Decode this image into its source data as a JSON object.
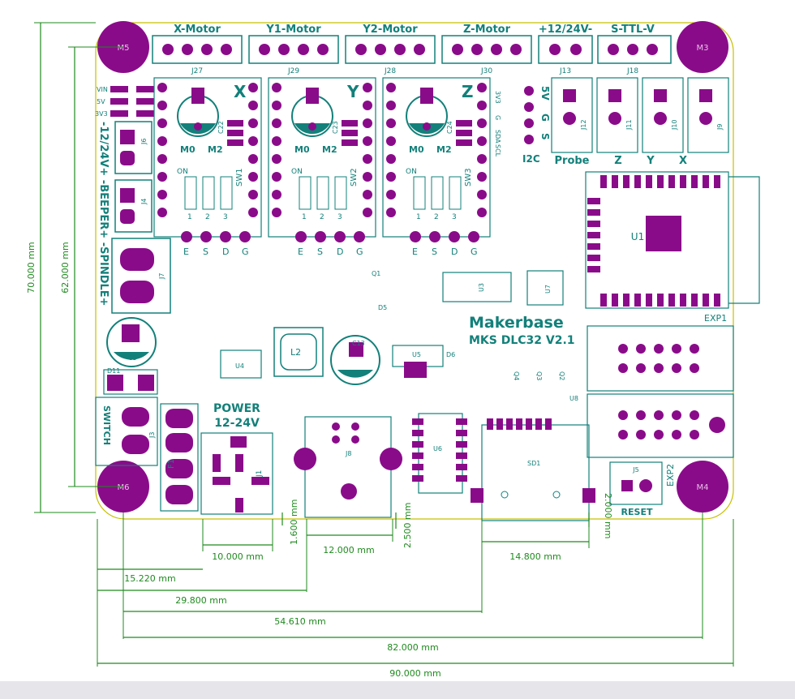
{
  "board": {
    "brand": "Makerbase",
    "model": "MKS DLC32 V2.1",
    "power_label": "POWER",
    "power_voltage": "12-24V",
    "connectors_top": [
      {
        "label": "X-Motor",
        "ref": "J27"
      },
      {
        "label": "Y1-Motor",
        "ref": "J29"
      },
      {
        "label": "Y2-Motor",
        "ref": "J28"
      },
      {
        "label": "Z-Motor",
        "ref": "J30"
      },
      {
        "label": "+12/24V-",
        "ref": "J13"
      },
      {
        "label": "S-TTL-V",
        "ref": "J18"
      }
    ],
    "mount_holes": [
      "M5",
      "M3",
      "M6",
      "M4"
    ],
    "drivers": [
      {
        "axis": "X",
        "cap": "C22",
        "sw": "SW1"
      },
      {
        "axis": "Y",
        "cap": "C23",
        "sw": "SW2"
      },
      {
        "axis": "Z",
        "cap": "C24",
        "sw": "SW3"
      }
    ],
    "driver_pin_labels": {
      "m0": "M0",
      "m2": "M2",
      "on": "ON",
      "bottom": [
        "E",
        "S",
        "D",
        "G"
      ],
      "dip": [
        "1",
        "2",
        "3"
      ]
    },
    "right_headers": [
      {
        "ref": "J12",
        "label": "Probe"
      },
      {
        "ref": "J11",
        "label": "Z"
      },
      {
        "ref": "J10",
        "label": "Y"
      },
      {
        "ref": "J9",
        "label": "X"
      }
    ],
    "i2c": {
      "label": "I2C",
      "pins": [
        "SCL",
        "SDA",
        "G",
        "3V3"
      ],
      "side": [
        "5V",
        "G",
        "S"
      ]
    },
    "left_side_label": "-12/24V+ -BEEPER+ -SPINDLE+",
    "voltage_labels": [
      "VIN",
      "5V",
      "3V3"
    ],
    "refs": {
      "j6": "J6",
      "j4": "J4",
      "j7": "J7",
      "j3": "J3",
      "j1": "J1",
      "j8": "J8",
      "j5": "J5",
      "u1": "U1",
      "u3": "U3",
      "u4": "U4",
      "u5": "U5",
      "u6": "U6",
      "u7": "U7",
      "u8": "U8",
      "c5": "C5",
      "c13": "C13",
      "l2": "L2",
      "d11": "D11",
      "d5": "D5",
      "d6": "D6",
      "f1": "F1",
      "q1": "Q1",
      "q2": "Q2",
      "q3": "Q3",
      "q4": "Q4",
      "sd1": "SD1"
    },
    "switch_label": "SWITCH",
    "reset_label": "RESET",
    "exp1": "EXP1",
    "exp2": "EXP2"
  },
  "dimensions": {
    "height_outer": "70.000 mm",
    "height_inner": "62.000 mm",
    "j1_width": "10.000 mm",
    "j1_offset": "1.600 mm",
    "j8_width": "12.000 mm",
    "j8_offset": "2.500 mm",
    "sd_width": "14.800 mm",
    "sd_offset": "2.000 mm",
    "x_15": "15.220 mm",
    "x_29": "29.800 mm",
    "x_54": "54.610 mm",
    "x_82": "82.000 mm",
    "x_90": "90.000 mm"
  },
  "colors": {
    "silkscreen": "#13807a",
    "pad": "#8a0b8a",
    "dimension": "#1f8a1f",
    "board_edge": "#c8c000"
  }
}
